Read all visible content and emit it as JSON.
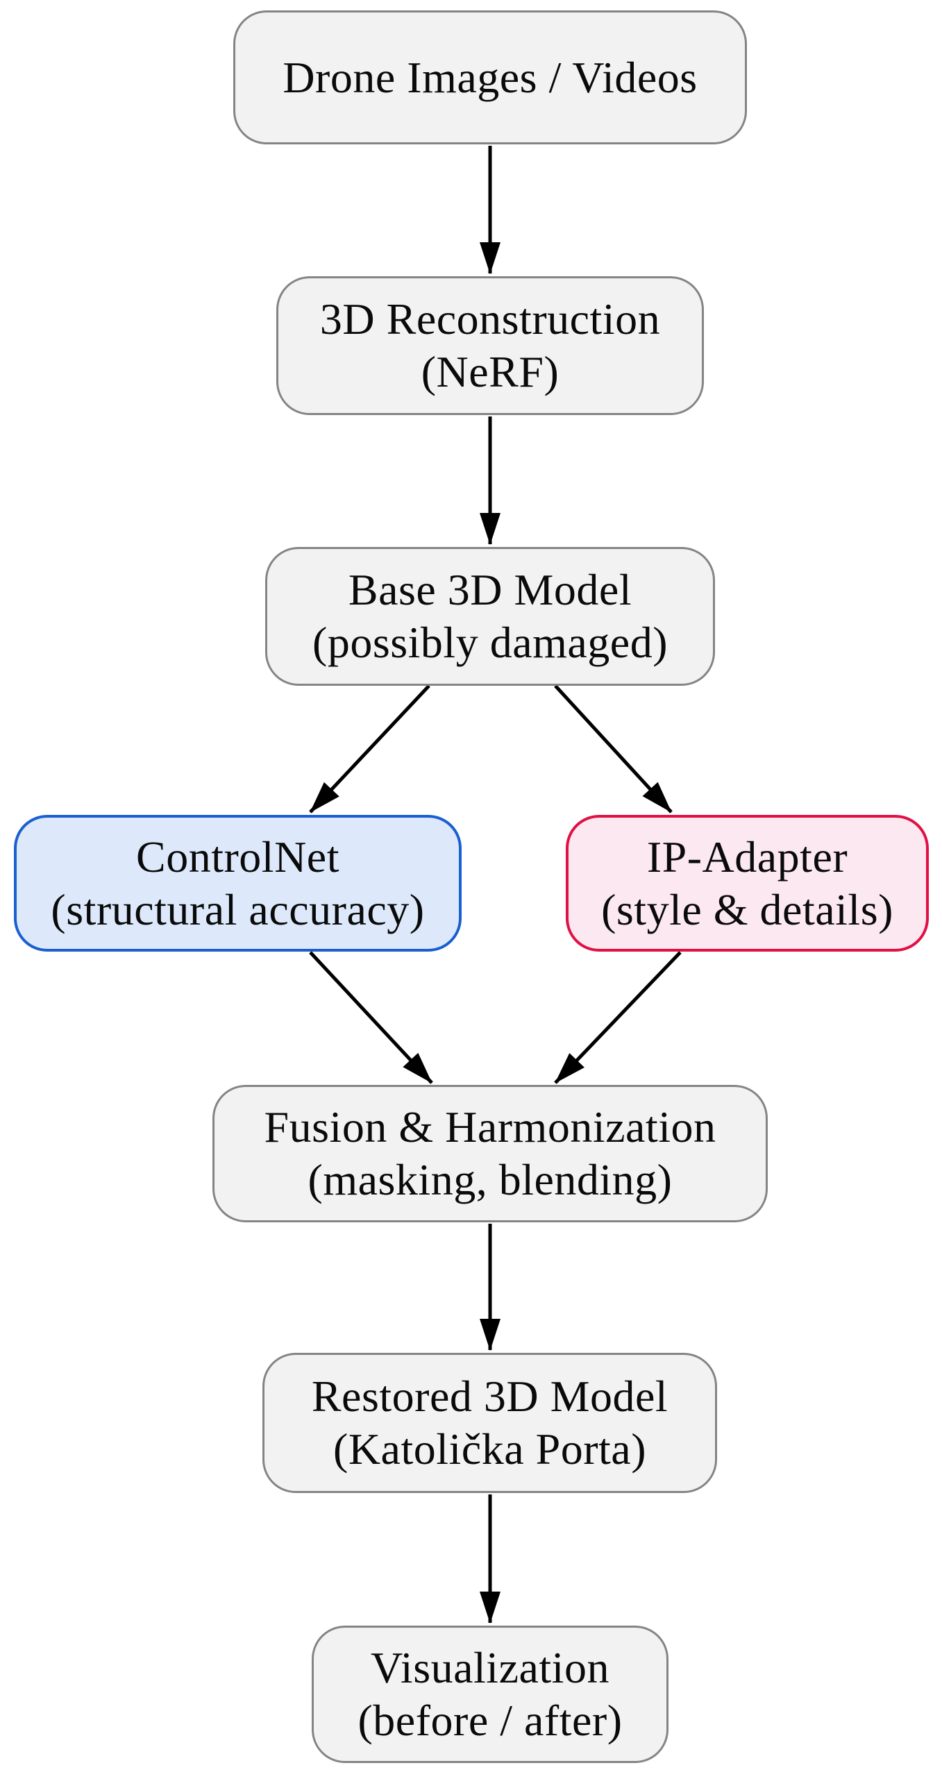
{
  "nodes": [
    {
      "id": "drone-images",
      "line1": "Drone Images / Videos",
      "line2": ""
    },
    {
      "id": "3d-reconstruction",
      "line1": "3D Reconstruction",
      "line2": "(NeRF)"
    },
    {
      "id": "base-3d-model",
      "line1": "Base 3D Model",
      "line2": "(possibly damaged)"
    },
    {
      "id": "controlnet",
      "line1": "ControlNet",
      "line2": "(structural accuracy)"
    },
    {
      "id": "ip-adapter",
      "line1": "IP-Adapter",
      "line2": "(style & details)"
    },
    {
      "id": "fusion",
      "line1": "Fusion & Harmonization",
      "line2": "(masking, blending)"
    },
    {
      "id": "restored-3d-model",
      "line1": "Restored 3D Model",
      "line2": "(Katolička Porta)"
    },
    {
      "id": "visualization",
      "line1": "Visualization",
      "line2": "(before / after)"
    }
  ],
  "edges": [
    {
      "from": "drone-images",
      "to": "3d-reconstruction"
    },
    {
      "from": "3d-reconstruction",
      "to": "base-3d-model"
    },
    {
      "from": "base-3d-model",
      "to": "controlnet"
    },
    {
      "from": "base-3d-model",
      "to": "ip-adapter"
    },
    {
      "from": "controlnet",
      "to": "fusion"
    },
    {
      "from": "ip-adapter",
      "to": "fusion"
    },
    {
      "from": "fusion",
      "to": "restored-3d-model"
    },
    {
      "from": "restored-3d-model",
      "to": "visualization"
    }
  ],
  "colors": {
    "node_fill": "#f2f2f2",
    "node_border": "#848484",
    "controlnet_fill": "#dde9fb",
    "controlnet_border": "#1a5fd0",
    "ip_adapter_fill": "#fce8f1",
    "ip_adapter_border": "#e01045",
    "arrow": "#000000"
  }
}
